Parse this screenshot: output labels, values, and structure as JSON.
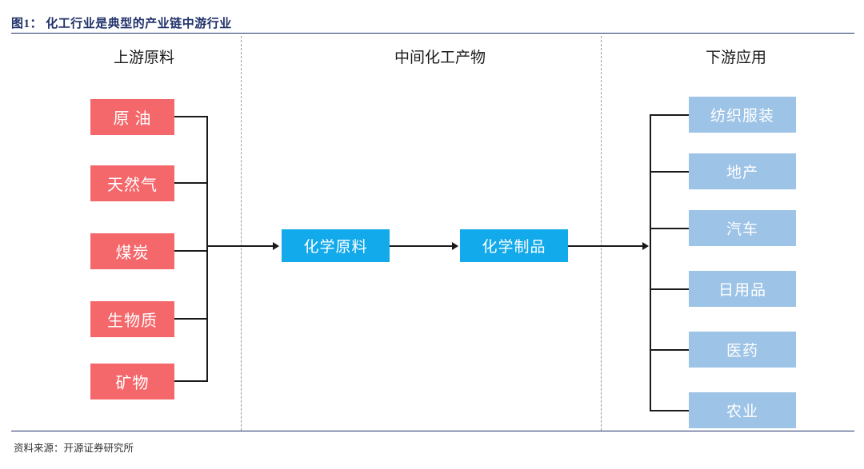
{
  "figure": {
    "title": "图1： 化工行业是典型的产业链中游行业",
    "source": "资料来源：开源证券研究所",
    "colors": {
      "title_text": "#21326A",
      "upstream_box": "#F4676B",
      "midstream_box": "#12AAEB",
      "downstream_box": "#9DC3E6",
      "connector": "#1a1a1a",
      "divider": "#9a9a9a"
    }
  },
  "columns": [
    {
      "key": "upstream",
      "header": "上游原料"
    },
    {
      "key": "midstream",
      "header": "中间化工产物"
    },
    {
      "key": "downstream",
      "header": "下游应用"
    }
  ],
  "upstream": {
    "nodes": [
      {
        "label": "原 油"
      },
      {
        "label": "天然气"
      },
      {
        "label": "煤炭"
      },
      {
        "label": "生物质"
      },
      {
        "label": "矿物"
      }
    ]
  },
  "midstream": {
    "nodes": [
      {
        "label": "化学原料"
      },
      {
        "label": "化学制品"
      }
    ]
  },
  "downstream": {
    "nodes": [
      {
        "label": "纺织服装"
      },
      {
        "label": "地产"
      },
      {
        "label": "汽车"
      },
      {
        "label": "日用品"
      },
      {
        "label": "医药"
      },
      {
        "label": "农业"
      }
    ]
  },
  "flow": {
    "upstream_to_midstream": "arrow",
    "midstream_chain": "arrow",
    "midstream_to_downstream": "arrow"
  }
}
